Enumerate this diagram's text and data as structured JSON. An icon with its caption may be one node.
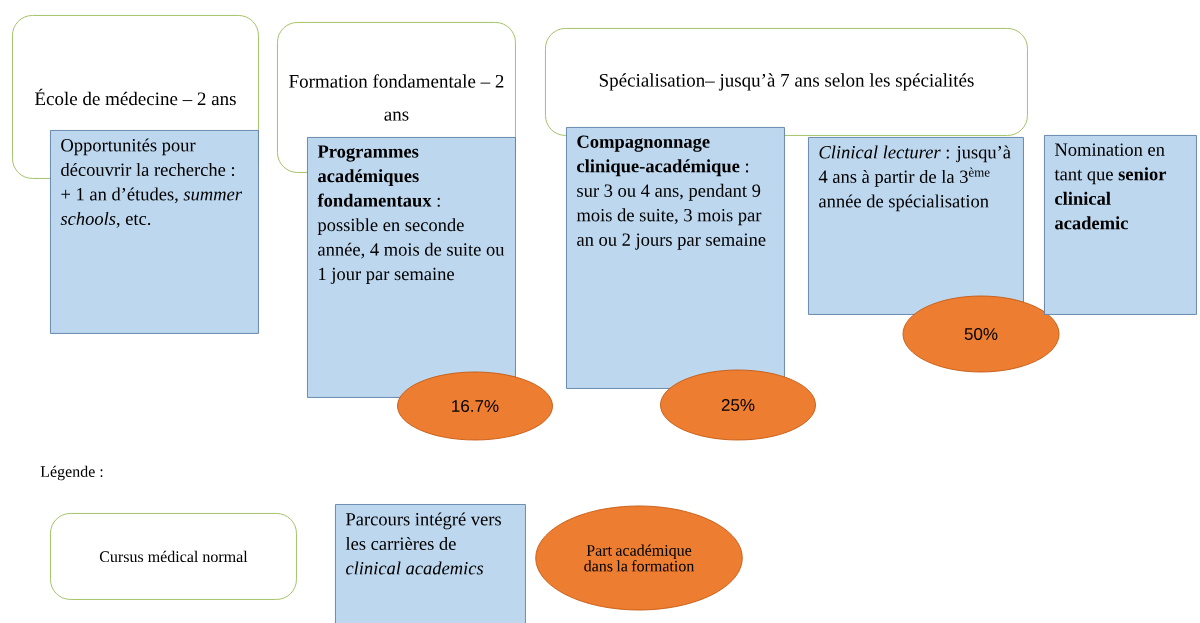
{
  "diagram": {
    "nodes": [
      {
        "text": [
          "École de médecine – 2 ans"
        ]
      },
      {
        "text": [
          "Opportunités pour découvrir la recherche : + 1 an d’études, *summer schools*, etc."
        ]
      },
      {
        "text": [
          "Formation fondamentale – 2 ans"
        ]
      },
      {
        "text": [
          "**Programmes académiques fondamentaux** : possible en seconde année, 4 mois de suite ou 1 jour par semaine"
        ]
      },
      {
        "text": [
          "16.7%"
        ]
      },
      {
        "text": [
          "Spécialisation– jusqu’à 7 ans selon les spécialités"
        ]
      },
      {
        "text": [
          "**Compagnonnage clinique-académique** : sur 3 ou 4 ans, pendant 9 mois de suite, 3 mois par an ou 2 jours par semaine"
        ]
      },
      {
        "text": [
          "25%"
        ]
      },
      {
        "text": [
          "*Clinical lecturer* : jusqu’à 4 ans à partir de la 3$^{ème}$ année de spécialisation"
        ]
      },
      {
        "text": [
          "50%"
        ]
      },
      {
        "text": [
          "Nomination en tant que **senior clinical academic**"
        ]
      }
    ],
    "labels": [
      "Légende :"
    ],
    "legend": [
      {
        "text": "Cursus médical normal",
        "color": "#ffffff"
      },
      {
        "text": "Parcours intégré vers les carrières de *clinical academics*",
        "color": "#bdd7ee"
      },
      {
        "text": "Part académique dans la formation",
        "color": "#ed7d31"
      }
    ]
  }
}
